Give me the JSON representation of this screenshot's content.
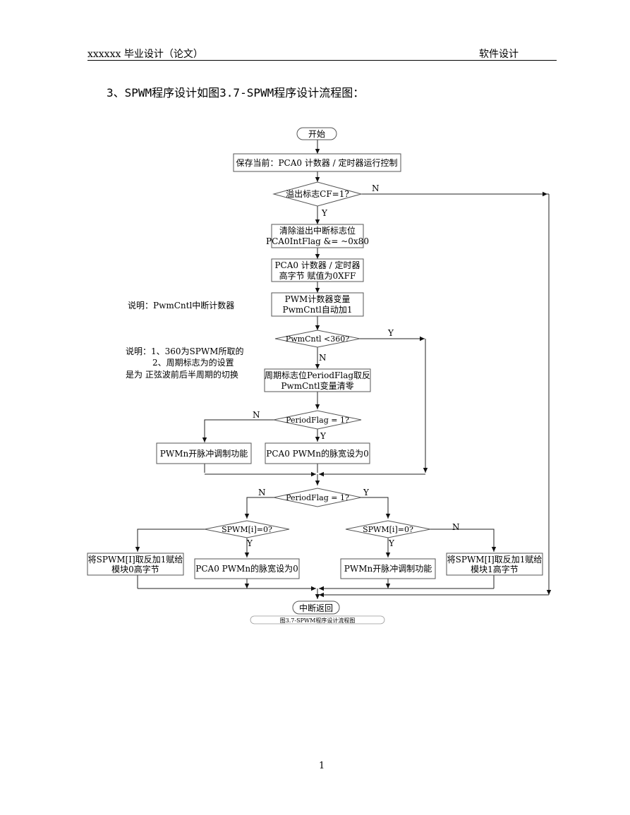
{
  "header": {
    "left": "xxxxxx 毕业设计（论文）",
    "right": "软件设计"
  },
  "heading": "3、SPWM程序设计如图3.7-SPWM程序设计流程图：",
  "flowchart": {
    "start": "开始",
    "save": "保存当前：PCA0 计数器 / 定时器运行控制",
    "overflow_check": "溢出标志CF=1?",
    "clear_flag_1": "清除溢出中断标志位",
    "clear_flag_2": "PCA0IntFlag &= ~0x80",
    "timer_high_1": "PCA0 计数器 / 定时器",
    "timer_high_2": "高字节 赋值为0XFF",
    "pwm_counter_1": "PWM计数器变量",
    "pwm_counter_2": "PwmCntl自动加1",
    "cnt_check": "PwmCntl <360?",
    "period_toggle_1": "周期标志位PeriodFlag取反",
    "period_toggle_2": "PwmCntl变量清零",
    "period_check_1": "PeriodFlag = 1?",
    "pwm_enable_a": "PWMn开脉冲调制功能",
    "pwm_zero_a": "PCA0 PWMn的脉宽设为0",
    "period_check_2": "PeriodFlag = 1?",
    "spwm_check_left": "SPWM[i]=0?",
    "spwm_check_right": "SPWM[i]=0?",
    "assign_m0_1": "将SPWM[I]取反加1赋给",
    "assign_m0_2": "模块0高字节",
    "pwm_zero_b": "PCA0 PWMn的脉宽设为0",
    "pwm_enable_b": "PWMn开脉冲调制功能",
    "assign_m1_1": "将SPWM[I]取反加1赋给",
    "assign_m1_2": "模块1高字节",
    "end": "中断返回",
    "caption": "图3.7-SPWM程序设计流程图",
    "yes": "Y",
    "no": "N"
  },
  "notes": {
    "note1": "说明：PwmCntl中断计数器",
    "note2_1": "说明：1、360为SPWM所取的",
    "note2_2": "2、周期标志为的设置",
    "note2_3": "是为 正弦波前后半周期的切换"
  },
  "page_number": "1"
}
